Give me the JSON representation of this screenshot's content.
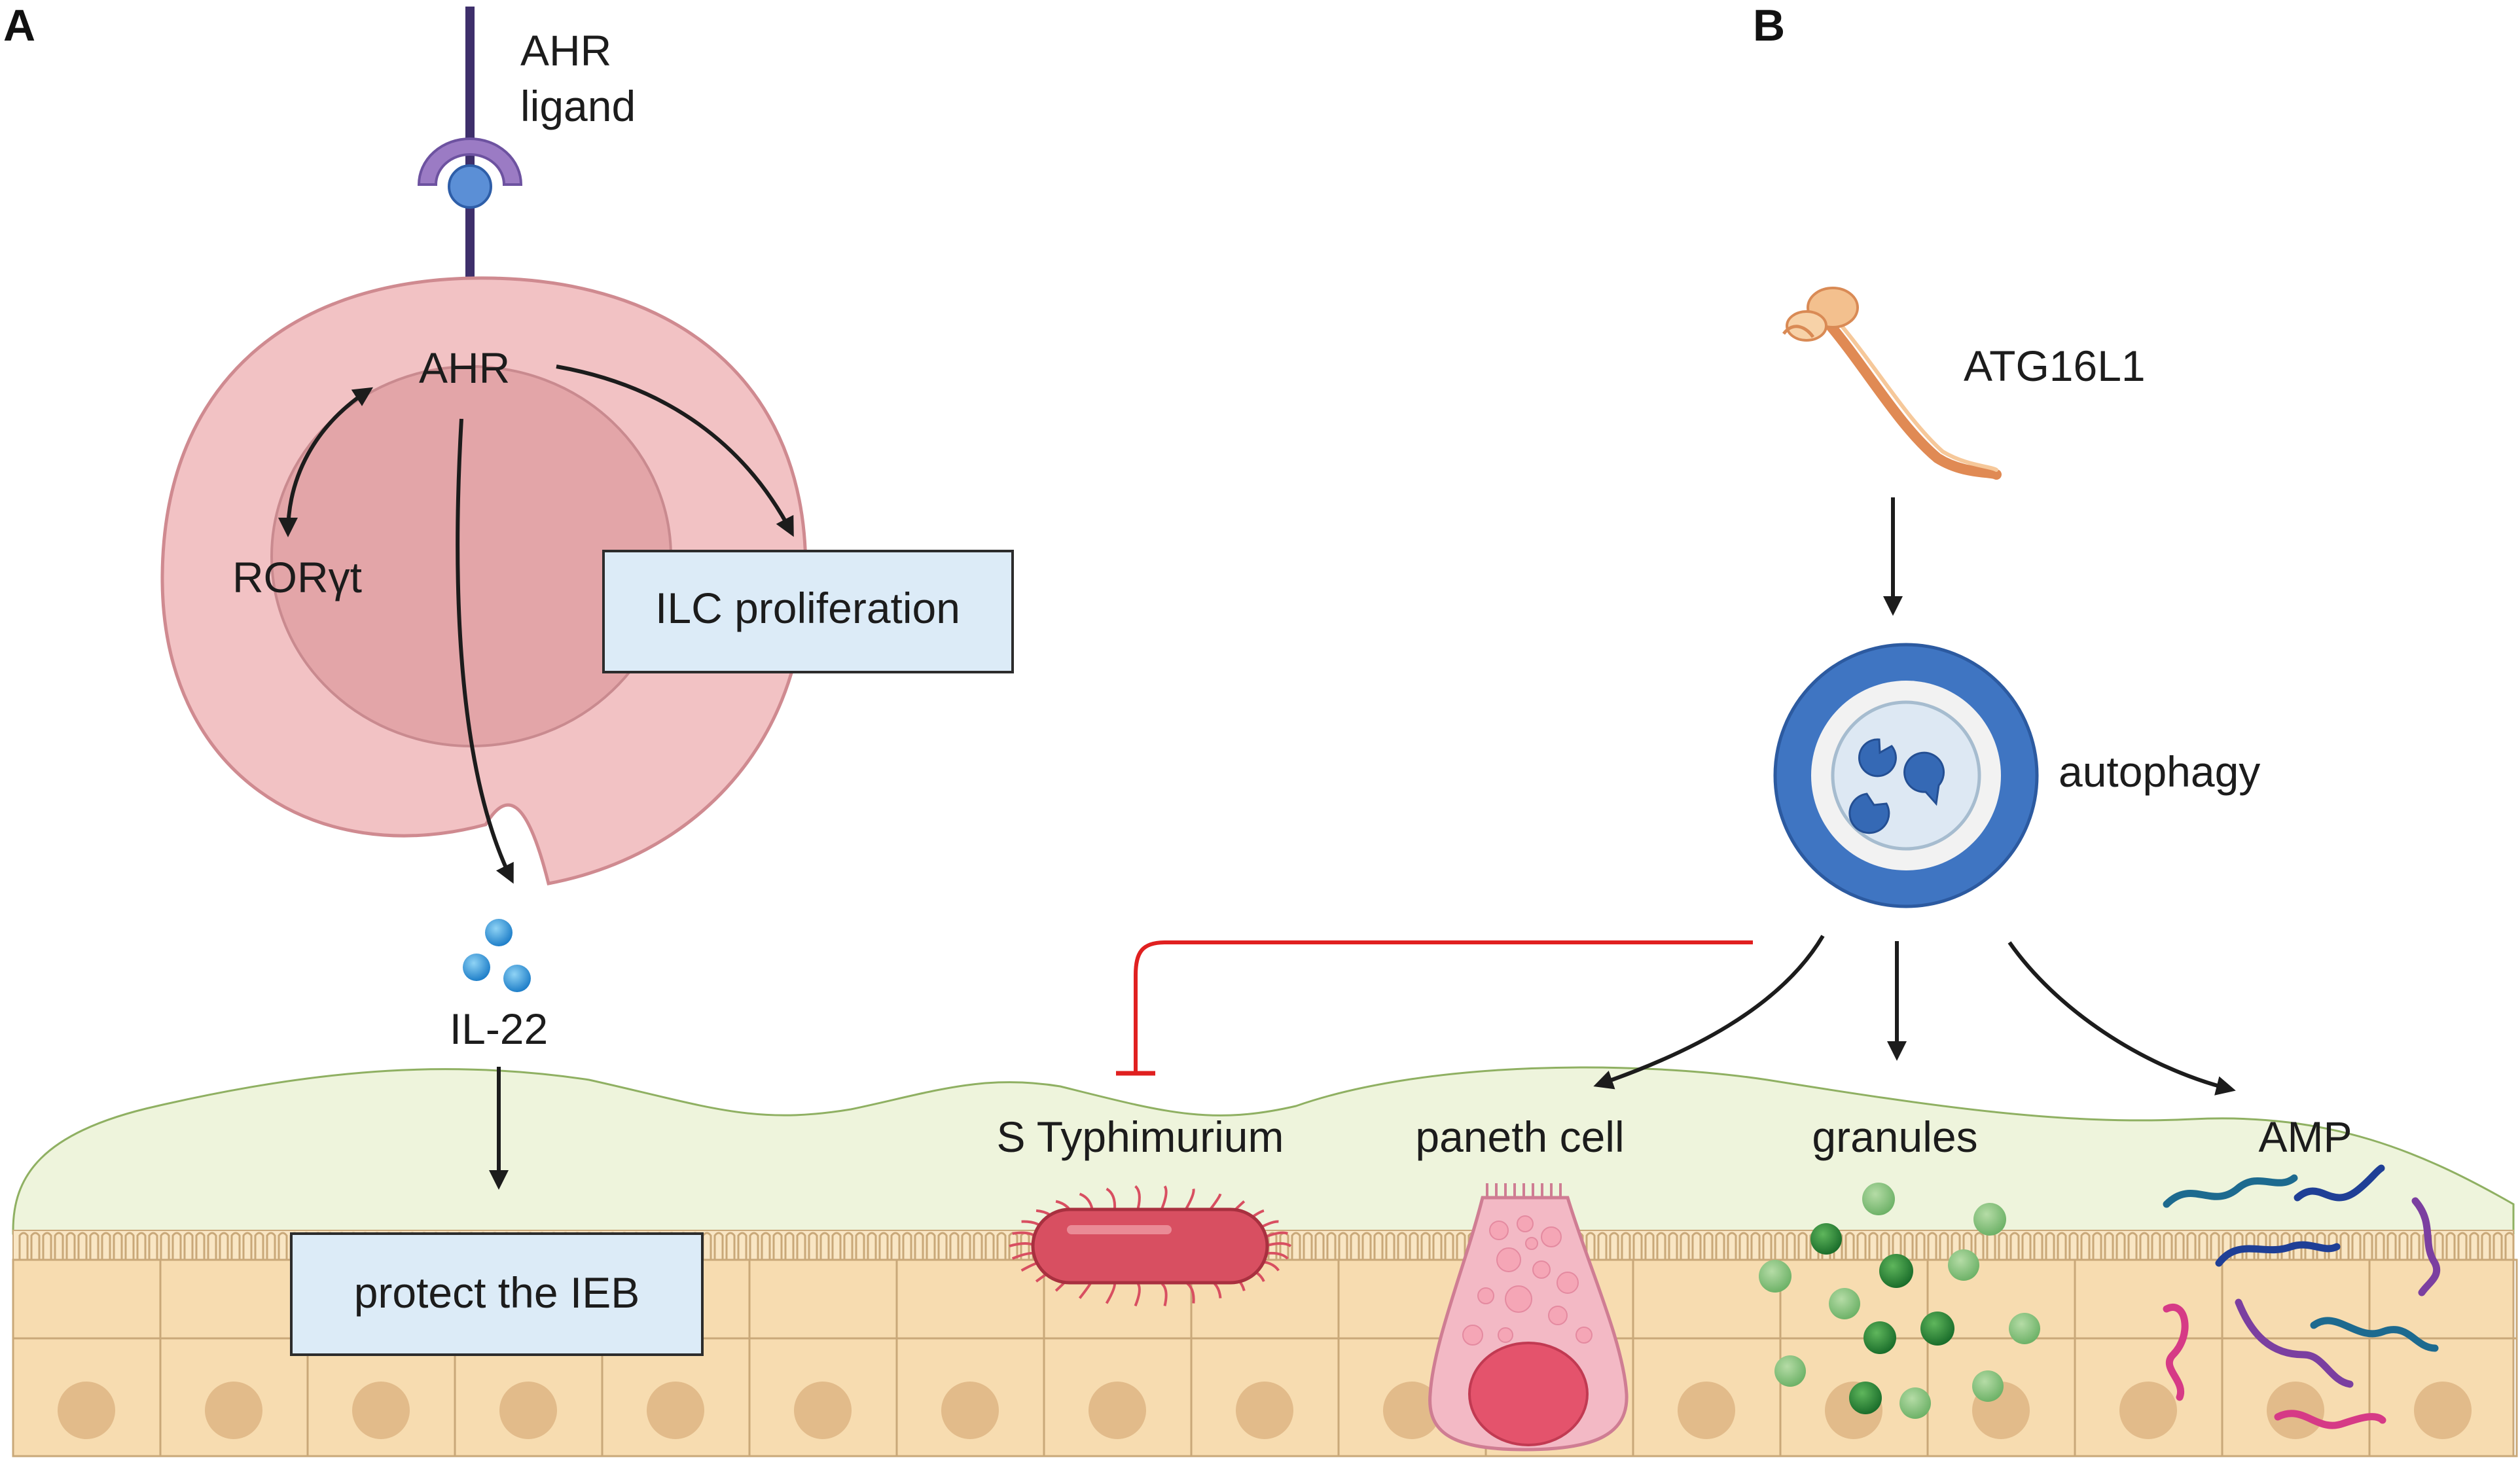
{
  "panels": {
    "a": "A",
    "b": "B"
  },
  "panel_a": {
    "ligand_line1": "AHR",
    "ligand_line2": "ligand",
    "ahr": "AHR",
    "rorgt": "RORγt",
    "ilc_box": "ILC proliferation",
    "il22": "IL-22",
    "ieb_box": "protect the IEB"
  },
  "panel_b": {
    "atg16l1": "ATG16L1",
    "autophagy": "autophagy",
    "salmonella": "S Typhimurium",
    "paneth": "paneth cell",
    "granules": "granules",
    "amp": "AMP"
  },
  "colors": {
    "cell_outer": "#f2c2c4",
    "cell_inner": "#e3a5a8",
    "box_fill": "#dcebf7",
    "mucus": "#eef4dc",
    "epithelium": "#f7dcb0",
    "nucleus": "#e2bb8a",
    "autophagy_ring": "#3f75c2",
    "inhibit": "#e02020",
    "bacterium": "#d84f61",
    "granule_green": "#2e8b3e"
  }
}
